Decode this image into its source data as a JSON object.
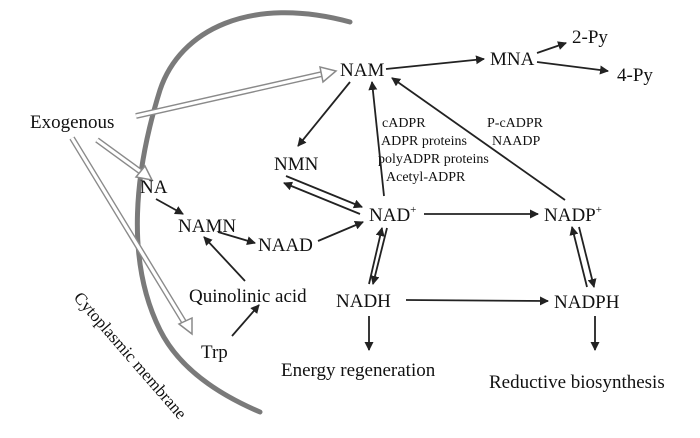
{
  "diagram": {
    "membrane_label": "Cytoplasmic membrane",
    "nodes": {
      "exogenous": "Exogenous",
      "nam": "NAM",
      "mna": "MNA",
      "py2": "2-Py",
      "py4": "4-Py",
      "nmn": "NMN",
      "na": "NA",
      "namn": "NAMN",
      "naad": "NAAD",
      "nad": "NAD",
      "nad_sup": "+",
      "nadp": "NADP",
      "nadp_sup": "+",
      "nadh": "NADH",
      "nadph": "NADPH",
      "quinolinic": "Quinolinic acid",
      "trp": "Trp",
      "energy": "Energy regeneration",
      "reductive": "Reductive biosynthesis"
    },
    "nad_products": [
      "cADPR",
      "ADPR proteins",
      "polyADPR proteins",
      "Acetyl-ADPR"
    ],
    "nadp_products": [
      "P-cADPR",
      "NAADP"
    ]
  }
}
